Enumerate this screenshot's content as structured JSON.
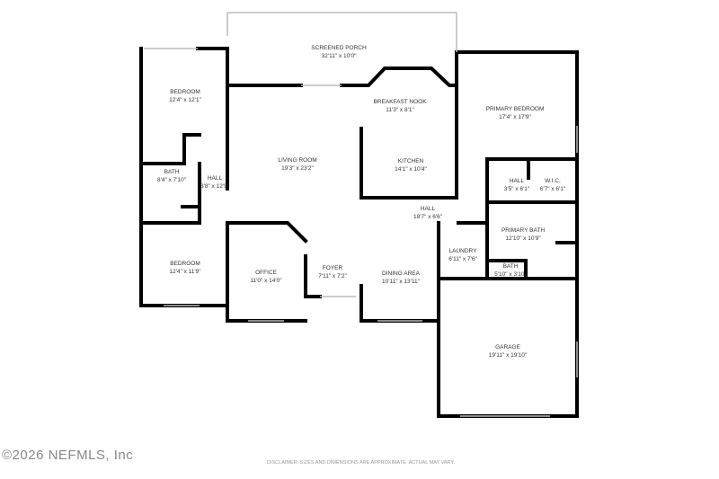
{
  "rooms": [
    {
      "name": "SCREENED PORCH",
      "dim": "32'11\" x 10'0\""
    },
    {
      "name": "BEDROOM",
      "dim": "12'4\" x 12'1\""
    },
    {
      "name": "BREAKFAST NOOK",
      "dim": "11'3\" x 8'1\""
    },
    {
      "name": "PRIMARY BEDROOM",
      "dim": "17'4\" x 17'9\""
    },
    {
      "name": "LIVING ROOM",
      "dim": "19'3\" x 23'2\""
    },
    {
      "name": "KITCHEN",
      "dim": "14'1\" x 10'4\""
    },
    {
      "name": "BATH",
      "dim": "8'4\" x 7'10\""
    },
    {
      "name": "HALL",
      "dim": "3'8\" x 12'9\""
    },
    {
      "name": "HALL",
      "dim": "3'5\" x 6'1\""
    },
    {
      "name": "W.I.C.",
      "dim": "6'7\" x 6'1\""
    },
    {
      "name": "HALL",
      "dim": "18'7\" x 6'6\""
    },
    {
      "name": "PRIMARY BATH",
      "dim": "12'10\" x 10'9\""
    },
    {
      "name": "LAUNDRY",
      "dim": "6'11\" x 7'6\""
    },
    {
      "name": "BEDROOM",
      "dim": "12'4\" x 11'9\""
    },
    {
      "name": "OFFICE",
      "dim": "11'0\" x 14'0\""
    },
    {
      "name": "FOYER",
      "dim": "7'11\" x 7'2\""
    },
    {
      "name": "DINING AREA",
      "dim": "10'11\" x 13'11\""
    },
    {
      "name": "BATH",
      "dim": "5'10\" x 3'10\""
    },
    {
      "name": "GARAGE",
      "dim": "19'11\" x 19'10\""
    }
  ],
  "footer": {
    "copyright": "©2026 NEFMLS, Inc",
    "disclaimer": "DISCLAIMER: SIZES AND DIMENSIONS ARE APPROXIMATE, ACTUAL MAY VARY."
  },
  "colors": {
    "wall": "#000000",
    "window": "#cccccc"
  }
}
